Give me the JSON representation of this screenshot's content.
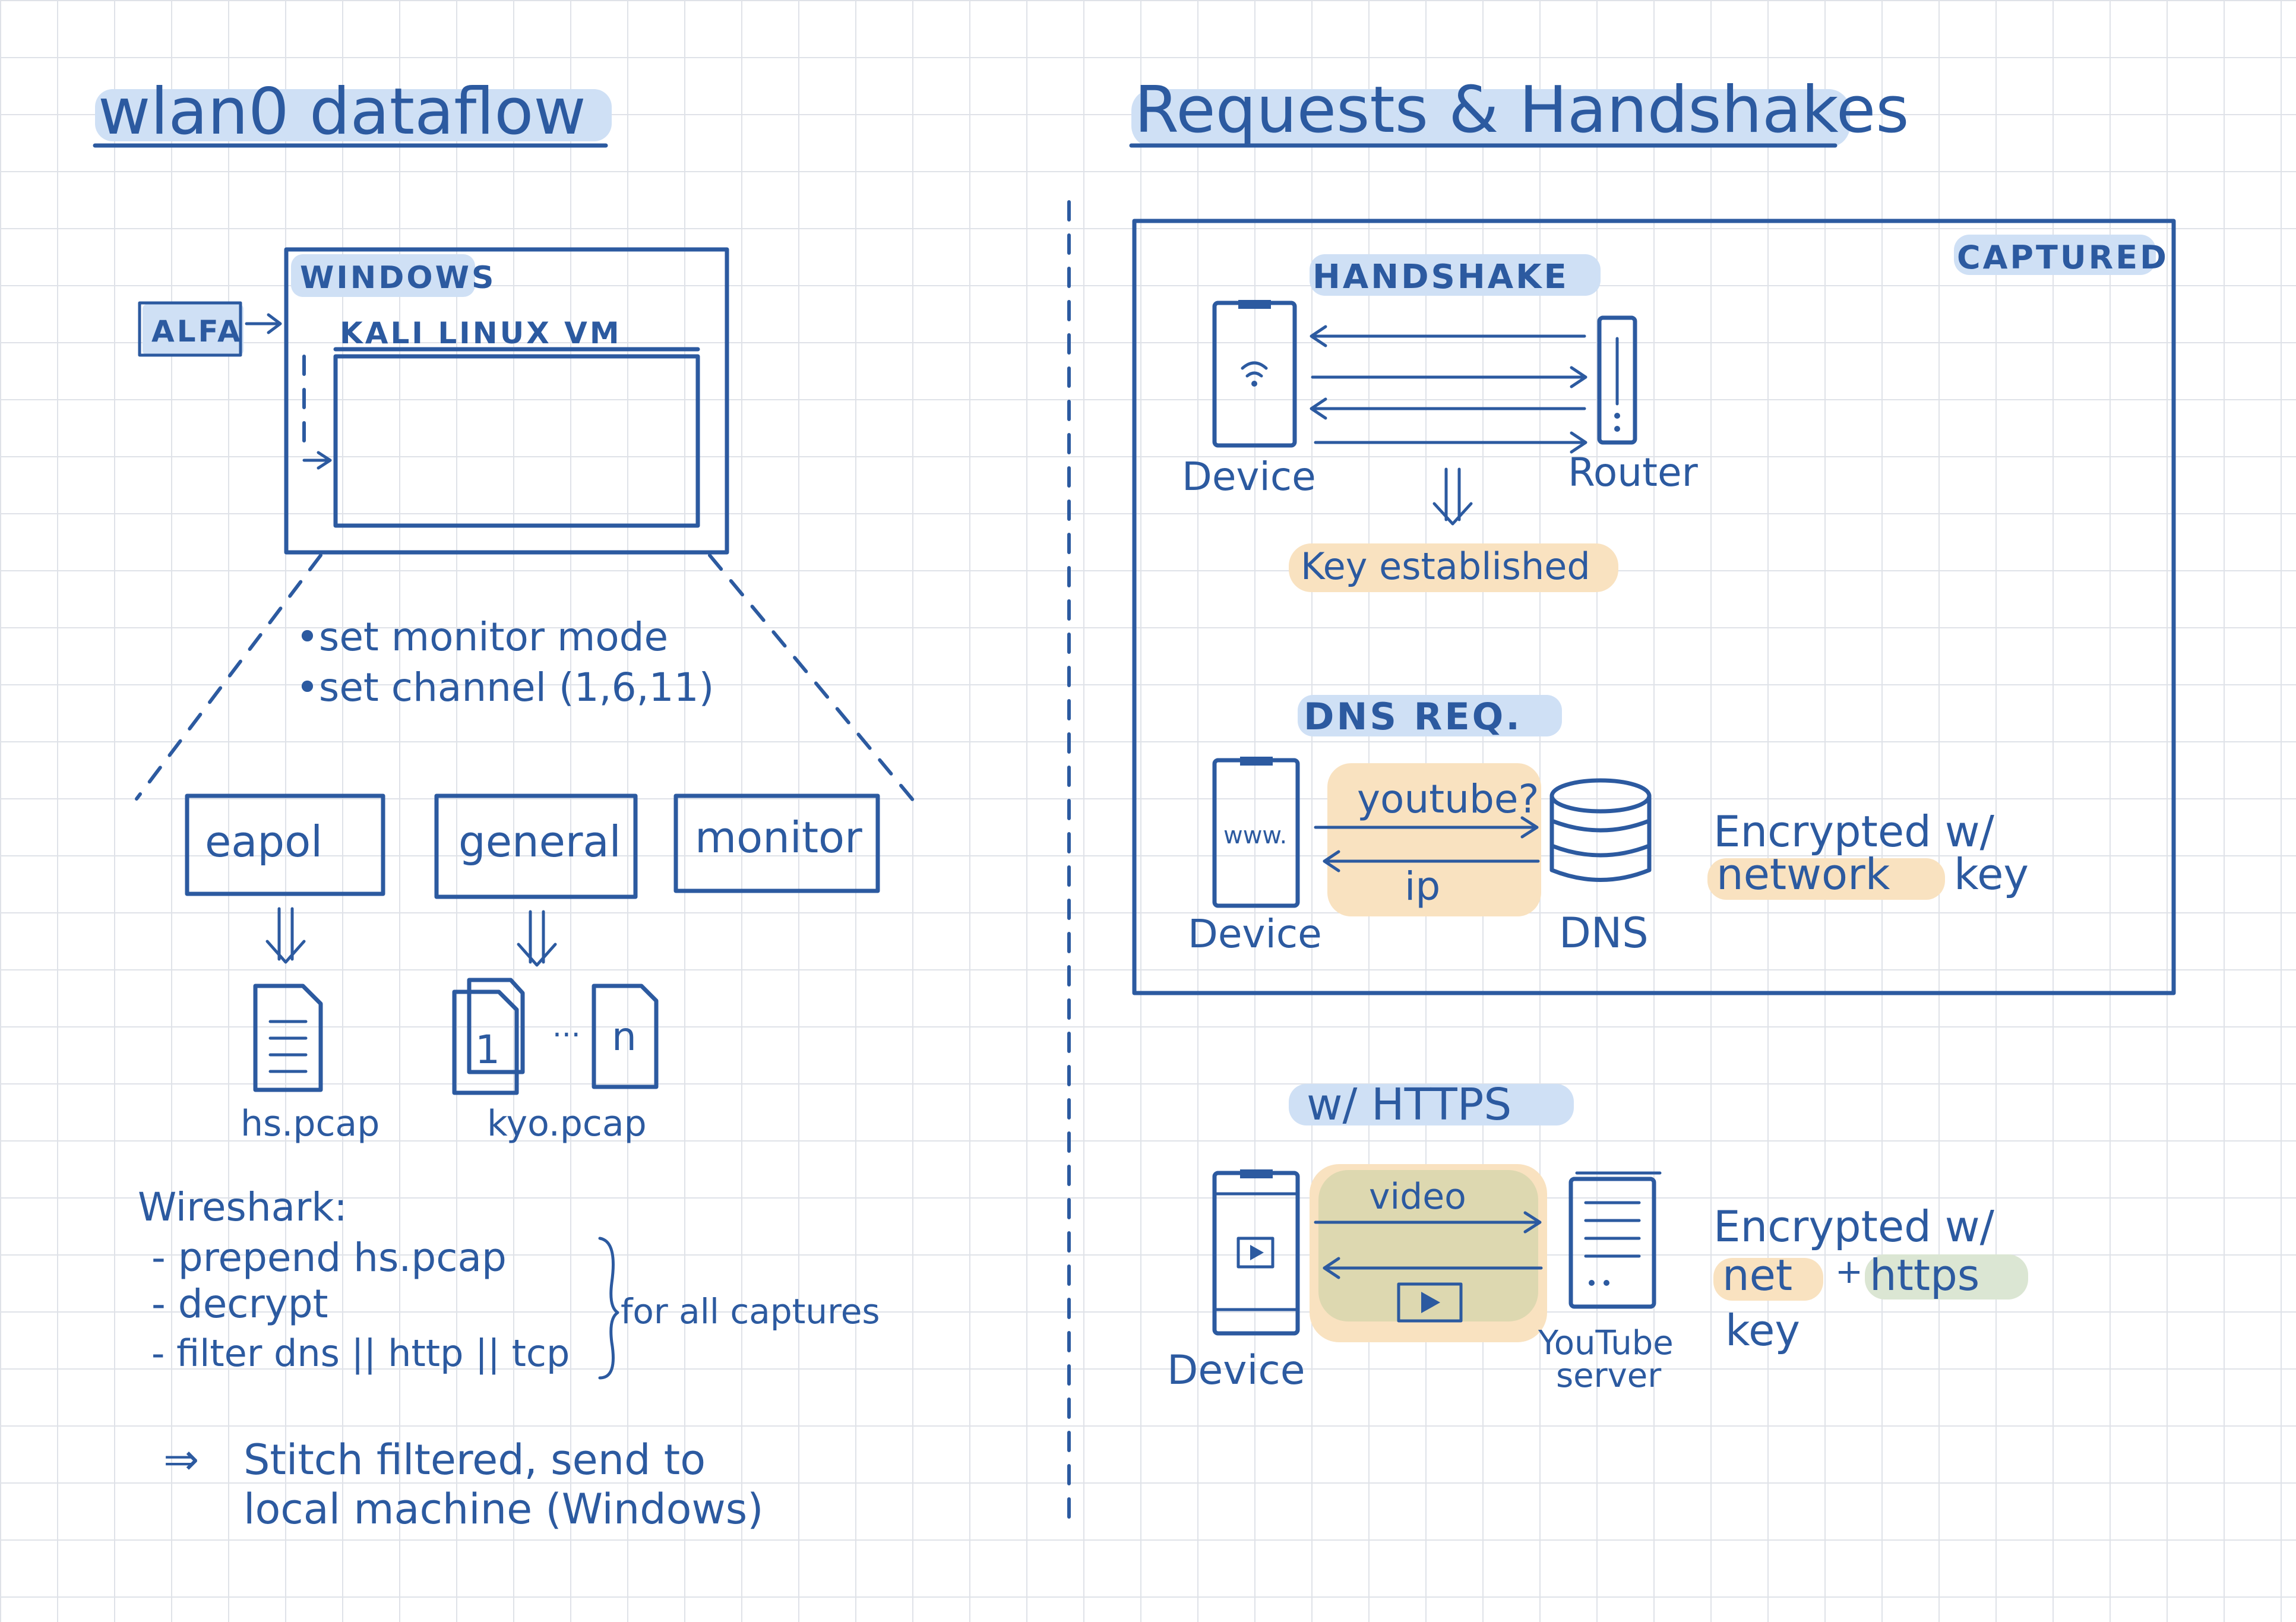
{
  "left": {
    "title": "wlan0 dataflow",
    "adapter": "ALFA",
    "host": "WINDOWS",
    "vm": "KALI LINUX VM",
    "steps": [
      "•set monitor mode",
      "•set channel (1,6,11)"
    ],
    "modes": [
      "eapol",
      "general",
      "monitor"
    ],
    "files": {
      "hs": "hs.pcap",
      "kyo": "kyo.pcap",
      "first_index": "1",
      "ellipsis": "...",
      "last_index": "n"
    },
    "wireshark": {
      "heading": "Wireshark:",
      "items": [
        "- prepend hs.pcap",
        "- decrypt",
        "- filter dns || http || tcp"
      ],
      "scope": "for all captures"
    },
    "conclusion": {
      "arrow": "⇒",
      "line1": "Stitch filtered, send to",
      "line2": "local machine (Windows)"
    }
  },
  "right": {
    "title": "Requests & Handshakes",
    "captured_label": "CAPTURED",
    "handshake": {
      "label": "HANDSHAKE",
      "device": "Device",
      "router": "Router",
      "result": "Key established"
    },
    "dns": {
      "label": "DNS REQ.",
      "device_screen": "www.",
      "request": "youtube?",
      "response": "ip",
      "device": "Device",
      "server": "DNS",
      "note_line1": "Encrypted w/",
      "note_word": "network",
      "note_key": "key"
    },
    "https": {
      "label": "w/ HTTPS",
      "payload": "video",
      "device": "Device",
      "server_line1": "YouTube",
      "server_line2": "server",
      "note_line1": "Encrypted w/",
      "note_net": "net",
      "note_plus": "+",
      "note_https": "https",
      "note_key": "key"
    }
  },
  "colors": {
    "ink": "#2c5aa0",
    "grid": "#dfe2e8",
    "highlight_blue": "#cfe0f5",
    "highlight_orange": "#f9e2c0",
    "highlight_olive": "#ddd8b0",
    "highlight_green": "#dbe6d3"
  },
  "icons": [
    "wifi-icon",
    "router-icon",
    "database-icon",
    "server-icon",
    "play-icon",
    "document-icon",
    "arrow-down-icon"
  ]
}
